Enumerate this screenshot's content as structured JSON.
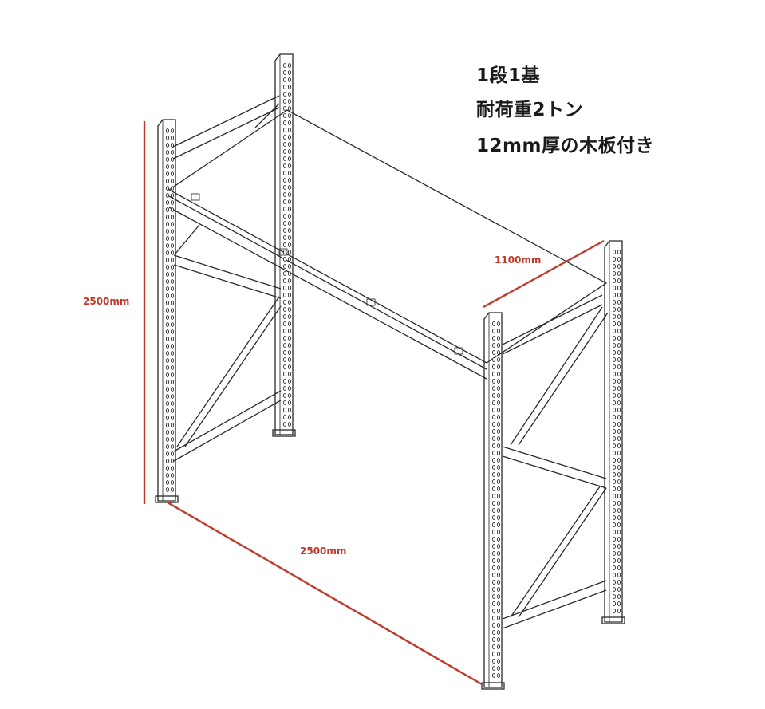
{
  "specs": {
    "line1": "1段1基",
    "line2": "耐荷重2トン",
    "line3": "12mm厚の木板付き"
  },
  "dimensions": {
    "height": "2500mm",
    "width": "2500mm",
    "depth": "1100mm"
  },
  "colors": {
    "dimension": "#c0392b",
    "line": "#2a2a2a"
  }
}
